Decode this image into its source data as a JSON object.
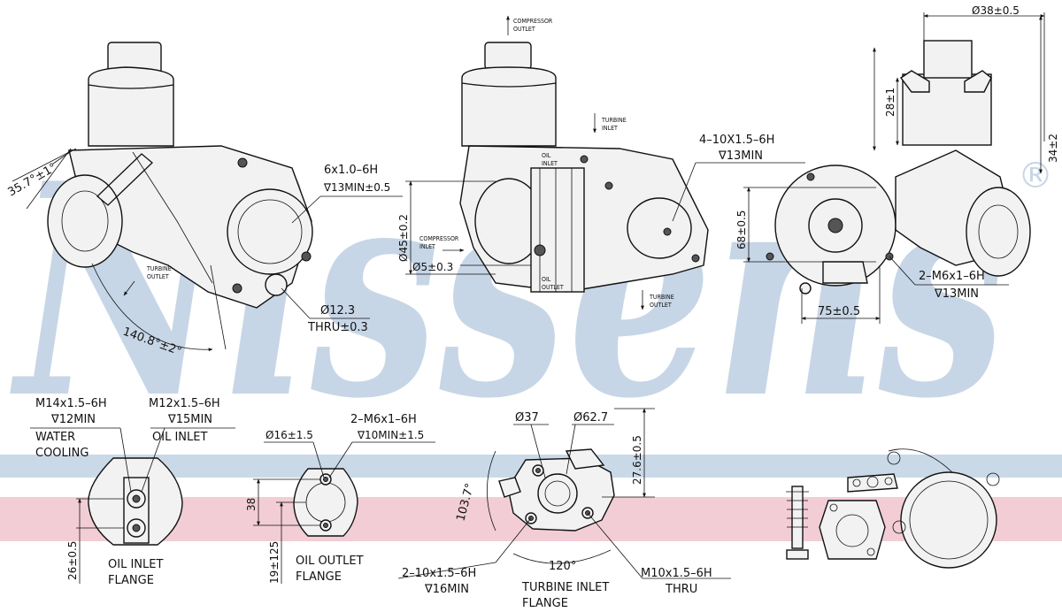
{
  "watermark": {
    "text": "Nissens",
    "registered": "®",
    "color": "#c7d6e6"
  },
  "bands": {
    "blue": "#c9d9e8",
    "pink": "#f2cdd6"
  },
  "top_left_view": {
    "angle_top": "35.7°±1°",
    "thread": "6x1.0–6H",
    "thread_depth": "∇13MIN±0.5",
    "turbine_outlet": [
      "TURBINE",
      "OUTLET"
    ],
    "hole_dia": "Ø12.3",
    "hole_thru": "THRU±0.3",
    "angle_bottom": "140.8°±2°"
  },
  "top_center_view": {
    "compressor_outlet": [
      "COMPRESSOR",
      "OUTLET"
    ],
    "turbine_inlet": [
      "TURBINE",
      "INLET"
    ],
    "oil_inlet": [
      "OIL",
      "INLET"
    ],
    "oil_outlet": [
      "OIL",
      "OUTLET"
    ],
    "compressor_inlet": [
      "COMPRESSOR",
      "INLET"
    ],
    "turbine_outlet": [
      "TURBINE",
      "OUTLET"
    ],
    "dia_45": "Ø45±0.2",
    "dia_5": "Ø5±0.3",
    "thread": "4–10X1.5–6H",
    "thread_depth": "∇13MIN"
  },
  "top_right_view": {
    "dia_38": "Ø38±0.5",
    "dim_28": "28±1",
    "dim_34": "34±2",
    "dim_68": "68±0.5",
    "dim_75": "75±0.5",
    "thread": "2–M6x1–6H",
    "thread_depth": "∇13MIN"
  },
  "oil_inlet_flange": {
    "water_thread": "M14x1.5–6H",
    "water_depth": "∇12MIN",
    "water_label": [
      "WATER",
      "COOLING"
    ],
    "oil_thread": "M12x1.5–6H",
    "oil_depth": "∇15MIN",
    "oil_label": "OIL INLET",
    "dim_26": "26±0.5",
    "title": [
      "OIL INLET",
      "FLANGE"
    ]
  },
  "oil_outlet_flange": {
    "dia_16": "Ø16±1.5",
    "thread": "2–M6x1–6H",
    "thread_depth": "∇10MIN±1.5",
    "dim_38": "38",
    "dim_19": "19±125",
    "title": [
      "OIL OUTLET",
      "FLANGE"
    ]
  },
  "turbine_inlet_flange": {
    "dia_37": "Ø37",
    "dia_627": "Ø62.7",
    "dim_276": "27.6±0.5",
    "angle_1037": "103.7°",
    "angle_120": "120°",
    "thread": "2–10x1.5–6H",
    "thread_depth": "∇16MIN",
    "m10": "M10x1.5–6H",
    "m10_thru": "THRU",
    "title": [
      "TURBINE INLET",
      "FLANGE"
    ]
  }
}
